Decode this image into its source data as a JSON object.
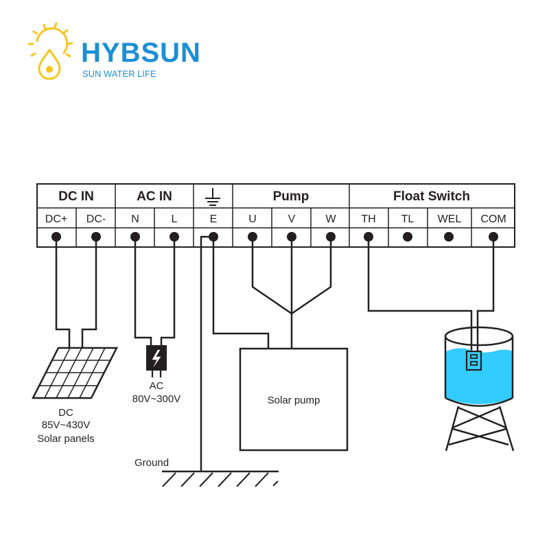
{
  "logo": {
    "brand": "HYBSUN",
    "tagline": "SUN WATER LIFE",
    "brand_color": "#1a8fd6",
    "sun_color": "#f7c51e"
  },
  "terminal_block": {
    "groups": [
      {
        "label": "DC IN",
        "terminals": [
          "DC+",
          "DC-"
        ]
      },
      {
        "label": "AC IN",
        "terminals": [
          "N",
          "L"
        ]
      },
      {
        "label": "ground-symbol",
        "terminals": [
          "E"
        ]
      },
      {
        "label": "Pump",
        "terminals": [
          "U",
          "V",
          "W"
        ]
      },
      {
        "label": "Float Switch",
        "terminals": [
          "TH",
          "TL",
          "WEL",
          "COM"
        ]
      }
    ]
  },
  "components": {
    "solar_panel": {
      "line1": "DC",
      "line2": "85V~430V",
      "line3": "Solar panels"
    },
    "ac_source": {
      "line1": "AC",
      "line2": "80V~300V"
    },
    "pump": {
      "label": "Solar pump"
    },
    "ground": {
      "label": "Ground"
    },
    "tank": {
      "water_color": "#33ccff"
    }
  },
  "colors": {
    "line": "#231f20"
  }
}
